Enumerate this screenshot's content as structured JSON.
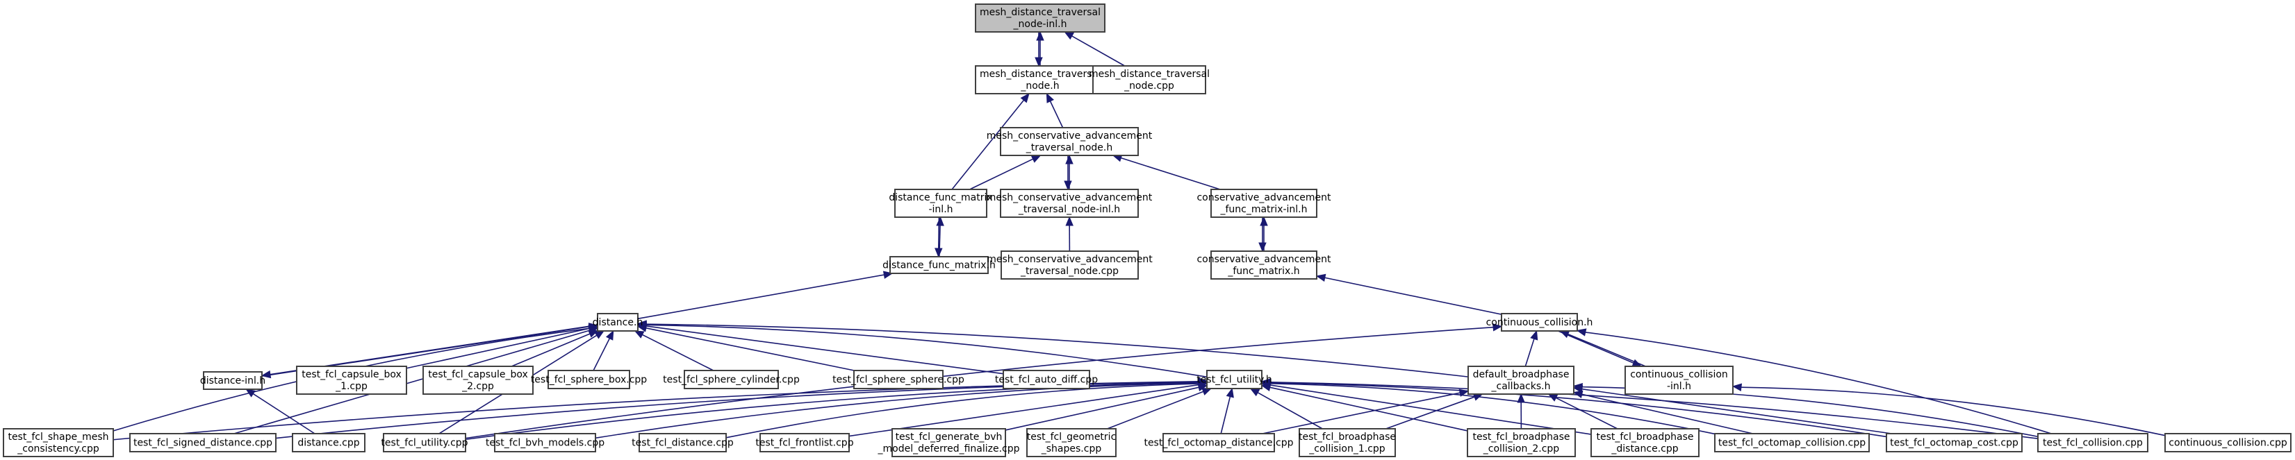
{
  "graph": {
    "title": "mesh_distance_traversal_node-inl.h include dependency graph",
    "edge_color": "#191970",
    "node_border_color": "#404040",
    "root_fill_color": "#bfbfbf",
    "nodes": [
      {
        "id": "n0",
        "lines": [
          "mesh_distance_traversal",
          "_node-inl.h"
        ],
        "root": true
      },
      {
        "id": "n1",
        "lines": [
          "mesh_distance_traversal",
          "_node.h"
        ]
      },
      {
        "id": "n2",
        "lines": [
          "mesh_distance_traversal",
          "_node.cpp"
        ]
      },
      {
        "id": "n3",
        "lines": [
          "mesh_conservative_advancement",
          "_traversal_node.h"
        ]
      },
      {
        "id": "n4",
        "lines": [
          "distance_func_matrix",
          "-inl.h"
        ]
      },
      {
        "id": "n5",
        "lines": [
          "mesh_conservative_advancement",
          "_traversal_node-inl.h"
        ]
      },
      {
        "id": "n6",
        "lines": [
          "conservative_advancement",
          "_func_matrix-inl.h"
        ]
      },
      {
        "id": "n7",
        "lines": [
          "distance_func_matrix.h"
        ]
      },
      {
        "id": "n8",
        "lines": [
          "mesh_conservative_advancement",
          "_traversal_node.cpp"
        ]
      },
      {
        "id": "n9",
        "lines": [
          "conservative_advancement",
          "_func_matrix.h"
        ]
      },
      {
        "id": "n10",
        "lines": [
          "distance.h"
        ]
      },
      {
        "id": "n11",
        "lines": [
          "continuous_collision.h"
        ]
      },
      {
        "id": "n12",
        "lines": [
          "distance-inl.h"
        ]
      },
      {
        "id": "n13",
        "lines": [
          "test_fcl_capsule_box",
          "_1.cpp"
        ]
      },
      {
        "id": "n14",
        "lines": [
          "test_fcl_capsule_box",
          "_2.cpp"
        ]
      },
      {
        "id": "n15",
        "lines": [
          "test_fcl_sphere_box.cpp"
        ]
      },
      {
        "id": "n16",
        "lines": [
          "test_fcl_sphere_cylinder.cpp"
        ]
      },
      {
        "id": "n17",
        "lines": [
          "test_fcl_sphere_sphere.cpp"
        ]
      },
      {
        "id": "n18",
        "lines": [
          "test_fcl_auto_diff.cpp"
        ]
      },
      {
        "id": "n19",
        "lines": [
          "test_fcl_utility.h"
        ]
      },
      {
        "id": "n20",
        "lines": [
          "default_broadphase",
          "_callbacks.h"
        ]
      },
      {
        "id": "n21",
        "lines": [
          "continuous_collision",
          "-inl.h"
        ]
      },
      {
        "id": "n22",
        "lines": [
          "test_fcl_shape_mesh",
          "_consistency.cpp"
        ]
      },
      {
        "id": "n23",
        "lines": [
          "test_fcl_signed_distance.cpp"
        ]
      },
      {
        "id": "n24",
        "lines": [
          "distance.cpp"
        ]
      },
      {
        "id": "n25",
        "lines": [
          "test_fcl_utility.cpp"
        ]
      },
      {
        "id": "n26",
        "lines": [
          "test_fcl_bvh_models.cpp"
        ]
      },
      {
        "id": "n27",
        "lines": [
          "test_fcl_distance.cpp"
        ]
      },
      {
        "id": "n28",
        "lines": [
          "test_fcl_frontlist.cpp"
        ]
      },
      {
        "id": "n29",
        "lines": [
          "test_fcl_generate_bvh",
          "_model_deferred_finalize.cpp"
        ]
      },
      {
        "id": "n30",
        "lines": [
          "test_fcl_geometric",
          "_shapes.cpp"
        ]
      },
      {
        "id": "n31",
        "lines": [
          "test_fcl_octomap_distance.cpp"
        ]
      },
      {
        "id": "n32",
        "lines": [
          "test_fcl_broadphase",
          "_collision_1.cpp"
        ]
      },
      {
        "id": "n33",
        "lines": [
          "test_fcl_broadphase",
          "_collision_2.cpp"
        ]
      },
      {
        "id": "n34",
        "lines": [
          "test_fcl_broadphase",
          "_distance.cpp"
        ]
      },
      {
        "id": "n35",
        "lines": [
          "test_fcl_octomap_collision.cpp"
        ]
      },
      {
        "id": "n36",
        "lines": [
          "test_fcl_octomap_cost.cpp"
        ]
      },
      {
        "id": "n37",
        "lines": [
          "test_fcl_collision.cpp"
        ]
      },
      {
        "id": "n38",
        "lines": [
          "continuous_collision.cpp"
        ]
      }
    ],
    "edges": [
      {
        "from": "n1",
        "to": "n0"
      },
      {
        "from": "n0",
        "to": "n1"
      },
      {
        "from": "n2",
        "to": "n0"
      },
      {
        "from": "n3",
        "to": "n1"
      },
      {
        "from": "n4",
        "to": "n1"
      },
      {
        "from": "n4",
        "to": "n3"
      },
      {
        "from": "n5",
        "to": "n3"
      },
      {
        "from": "n3",
        "to": "n5"
      },
      {
        "from": "n6",
        "to": "n3"
      },
      {
        "from": "n7",
        "to": "n4"
      },
      {
        "from": "n4",
        "to": "n7"
      },
      {
        "from": "n8",
        "to": "n5"
      },
      {
        "from": "n9",
        "to": "n6"
      },
      {
        "from": "n6",
        "to": "n9"
      },
      {
        "from": "n10",
        "to": "n7"
      },
      {
        "from": "n11",
        "to": "n9"
      },
      {
        "from": "n12",
        "to": "n10"
      },
      {
        "from": "n10",
        "to": "n12"
      },
      {
        "from": "n13",
        "to": "n10"
      },
      {
        "from": "n14",
        "to": "n10"
      },
      {
        "from": "n15",
        "to": "n10"
      },
      {
        "from": "n16",
        "to": "n10"
      },
      {
        "from": "n17",
        "to": "n10"
      },
      {
        "from": "n18",
        "to": "n10"
      },
      {
        "from": "n19",
        "to": "n10"
      },
      {
        "from": "n20",
        "to": "n10"
      },
      {
        "from": "n22",
        "to": "n10"
      },
      {
        "from": "n23",
        "to": "n10"
      },
      {
        "from": "n25",
        "to": "n10"
      },
      {
        "from": "n24",
        "to": "n12"
      },
      {
        "from": "n20",
        "to": "n11"
      },
      {
        "from": "n21",
        "to": "n11"
      },
      {
        "from": "n11",
        "to": "n21"
      },
      {
        "from": "n25",
        "to": "n11"
      },
      {
        "from": "n37",
        "to": "n11"
      },
      {
        "from": "n38",
        "to": "n21"
      },
      {
        "from": "n22",
        "to": "n19"
      },
      {
        "from": "n23",
        "to": "n19"
      },
      {
        "from": "n25",
        "to": "n19"
      },
      {
        "from": "n26",
        "to": "n19"
      },
      {
        "from": "n27",
        "to": "n19"
      },
      {
        "from": "n28",
        "to": "n19"
      },
      {
        "from": "n29",
        "to": "n19"
      },
      {
        "from": "n30",
        "to": "n19"
      },
      {
        "from": "n31",
        "to": "n19"
      },
      {
        "from": "n32",
        "to": "n19"
      },
      {
        "from": "n33",
        "to": "n19"
      },
      {
        "from": "n34",
        "to": "n19"
      },
      {
        "from": "n35",
        "to": "n19"
      },
      {
        "from": "n36",
        "to": "n19"
      },
      {
        "from": "n37",
        "to": "n19"
      },
      {
        "from": "n31",
        "to": "n20"
      },
      {
        "from": "n32",
        "to": "n20"
      },
      {
        "from": "n33",
        "to": "n20"
      },
      {
        "from": "n34",
        "to": "n20"
      },
      {
        "from": "n35",
        "to": "n20"
      },
      {
        "from": "n36",
        "to": "n20"
      },
      {
        "from": "n37",
        "to": "n20"
      }
    ]
  }
}
